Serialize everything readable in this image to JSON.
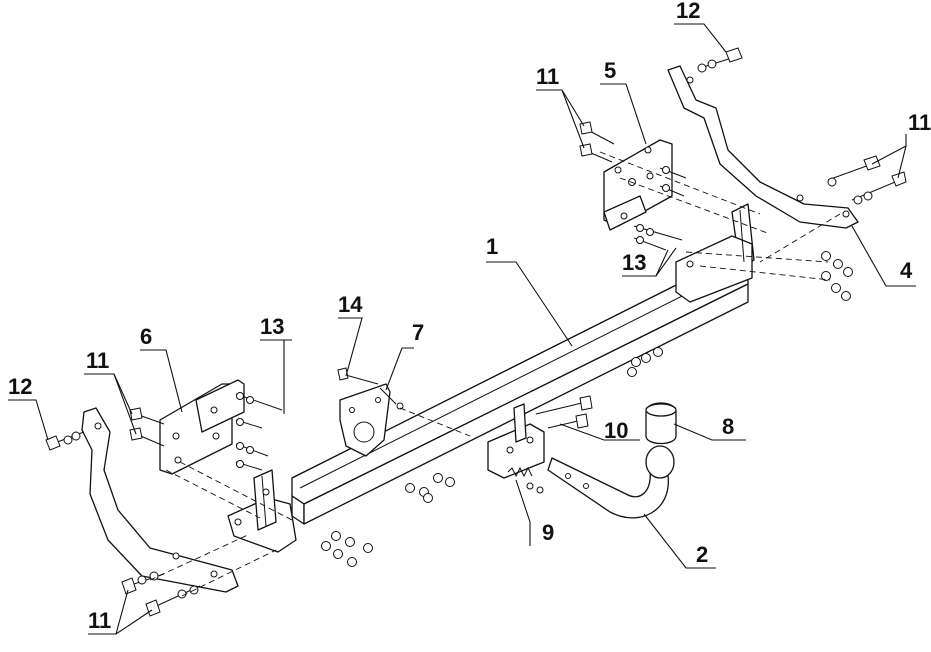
{
  "diagram": {
    "callouts": [
      {
        "id": "label-1",
        "text": "1"
      },
      {
        "id": "label-2",
        "text": "2"
      },
      {
        "id": "label-4",
        "text": "4"
      },
      {
        "id": "label-5",
        "text": "5"
      },
      {
        "id": "label-6",
        "text": "6"
      },
      {
        "id": "label-7",
        "text": "7"
      },
      {
        "id": "label-8",
        "text": "8"
      },
      {
        "id": "label-9",
        "text": "9"
      },
      {
        "id": "label-10",
        "text": "10"
      },
      {
        "id": "label-11a",
        "text": "11"
      },
      {
        "id": "label-11b",
        "text": "11"
      },
      {
        "id": "label-11c",
        "text": "11"
      },
      {
        "id": "label-11d",
        "text": "11"
      },
      {
        "id": "label-12a",
        "text": "12"
      },
      {
        "id": "label-12b",
        "text": "12"
      },
      {
        "id": "label-13a",
        "text": "13"
      },
      {
        "id": "label-13b",
        "text": "13"
      },
      {
        "id": "label-14",
        "text": "14"
      }
    ]
  }
}
